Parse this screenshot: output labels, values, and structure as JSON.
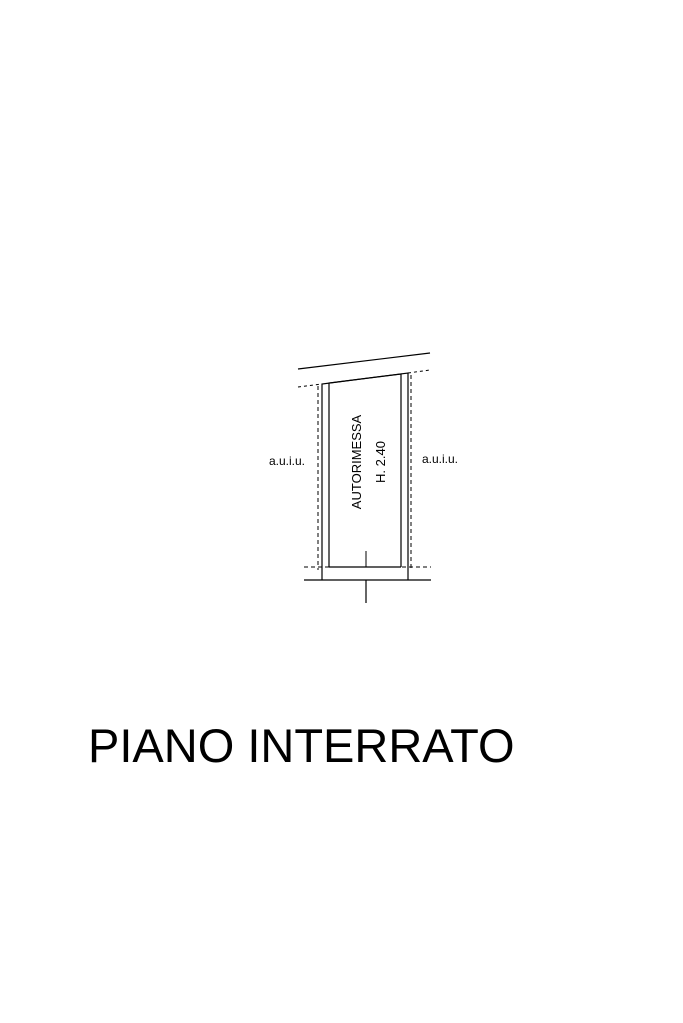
{
  "plan": {
    "room_name": "AUTORIMESSA",
    "room_height": "H. 2.40",
    "left_neighbor": "a.u.i.u.",
    "right_neighbor": "a.u.i.u.",
    "line_color": "#000000"
  },
  "floor_title": "PIANO INTERRATO"
}
